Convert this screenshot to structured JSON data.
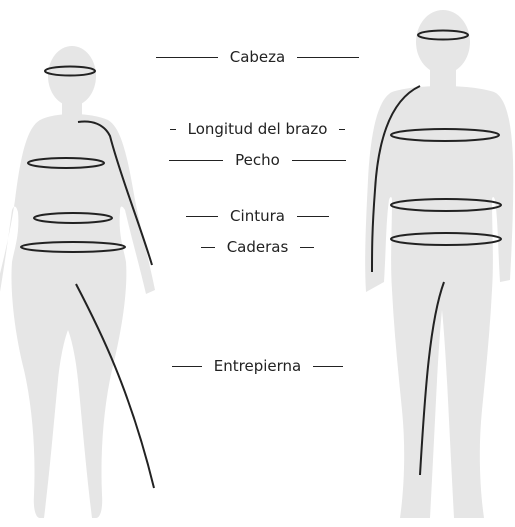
{
  "labels": {
    "head": "Cabeza",
    "arm_length": "Longitud del brazo",
    "chest": "Pecho",
    "waist": "Cintura",
    "hips": "Caderas",
    "inseam": "Entrepierna"
  },
  "colors": {
    "silhouette": "#e6e6e6",
    "line": "#222222",
    "background": "#ffffff"
  }
}
